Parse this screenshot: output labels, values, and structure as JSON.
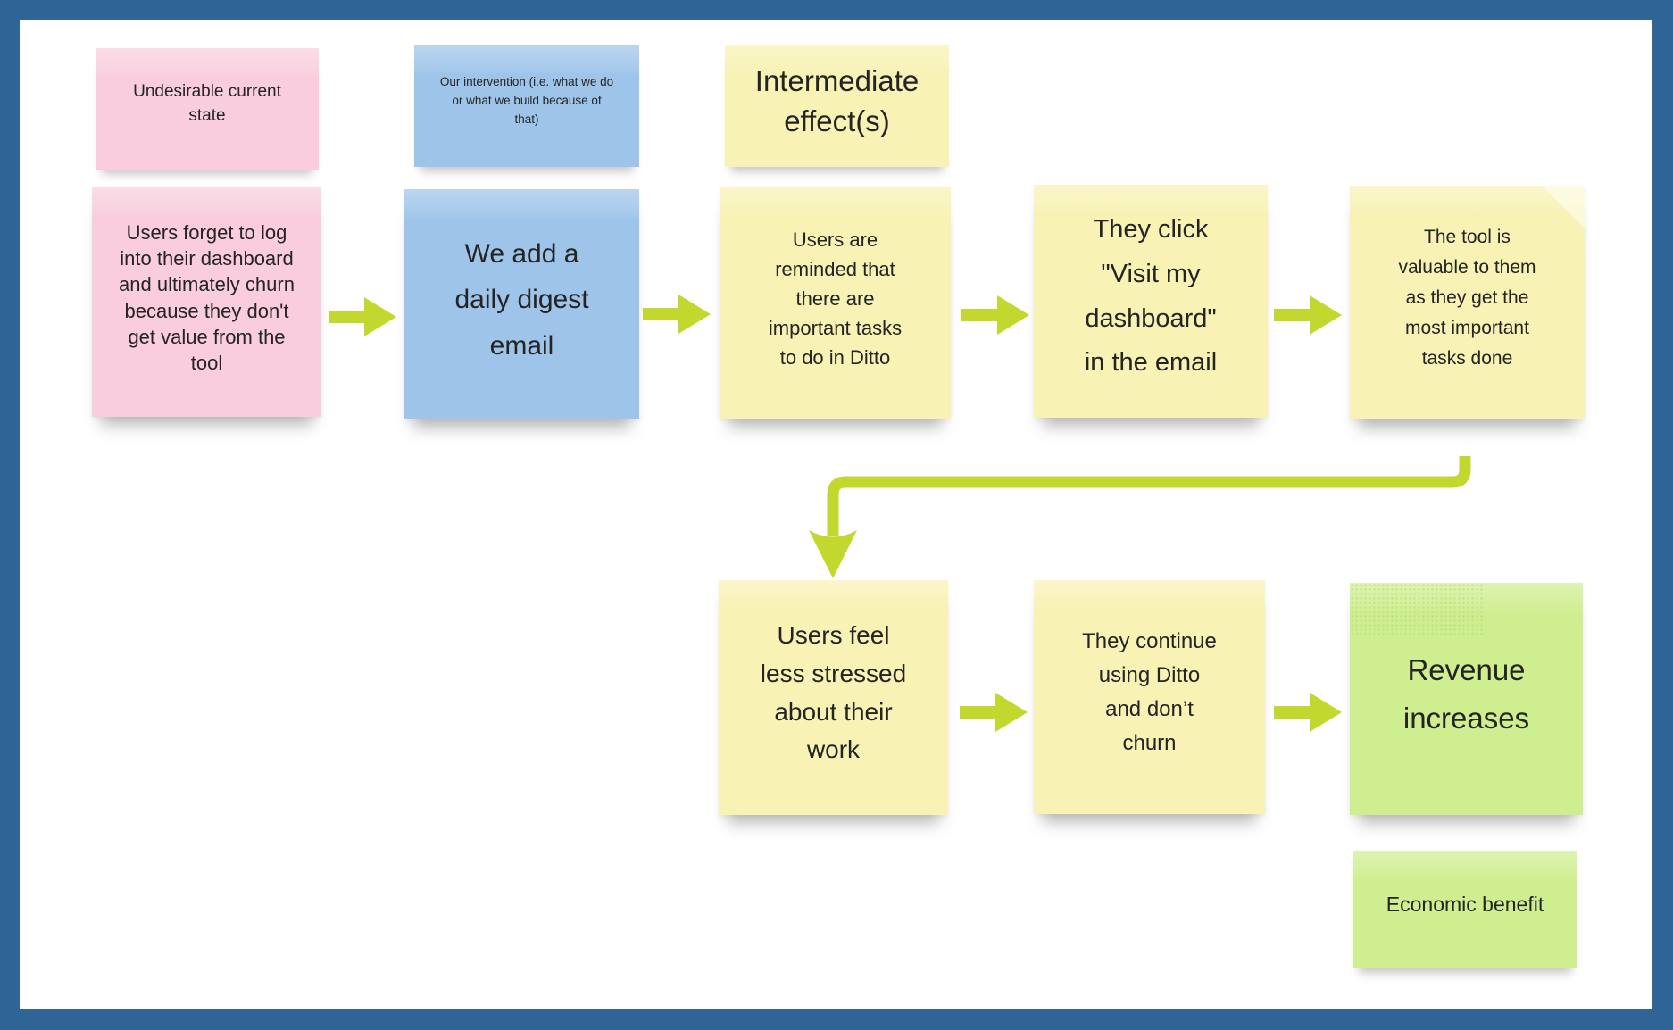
{
  "diagram": {
    "type": "sticky-note-flowchart",
    "colors": {
      "frame": "#2e6496",
      "canvas": "#ffffff",
      "pink_note": "#f9cddd",
      "blue_note": "#9ec5e9",
      "yellow_note": "#f8f2b4",
      "green_note": "#cfee90",
      "arrow": "#c3d82f",
      "text": "#242424"
    },
    "legend": {
      "undesirable_state": {
        "color": "pink",
        "text": "Undesirable current\nstate"
      },
      "intervention": {
        "color": "blue",
        "text": "Our intervention (i.e. what we do\nor what we build because of\nthat)"
      },
      "intermediate_effects": {
        "color": "yellow",
        "text": "Intermediate\neffect(s)"
      },
      "economic_benefit": {
        "color": "green",
        "text": "Economic benefit"
      }
    },
    "notes": {
      "problem": {
        "color": "pink",
        "text": "Users forget to log\ninto their dashboard\nand ultimately churn\nbecause they don't\nget value from the\ntool"
      },
      "intervention": {
        "color": "blue",
        "text": "We add a\ndaily digest\nemail"
      },
      "effect_reminded": {
        "color": "yellow",
        "text": "Users are\nreminded that\nthere are\nimportant tasks\nto do in Ditto"
      },
      "effect_click": {
        "color": "yellow",
        "text": "They click\n\"Visit my\ndashboard\"\nin the email"
      },
      "effect_value": {
        "color": "yellow",
        "text": "The tool is\nvaluable to them\nas they get the\nmost important\ntasks done"
      },
      "effect_less_stress": {
        "color": "yellow",
        "text": "Users feel\nless stressed\nabout their\nwork"
      },
      "effect_retention": {
        "color": "yellow",
        "text": "They continue\nusing Ditto\nand don’t\nchurn"
      },
      "outcome_revenue": {
        "color": "green",
        "text": "Revenue\nincreases"
      }
    },
    "flow": [
      "problem -> intervention",
      "intervention -> effect_reminded",
      "effect_reminded -> effect_click",
      "effect_click -> effect_value",
      "effect_value -> effect_less_stress (elbow connector)",
      "effect_less_stress -> effect_retention",
      "effect_retention -> outcome_revenue"
    ]
  }
}
